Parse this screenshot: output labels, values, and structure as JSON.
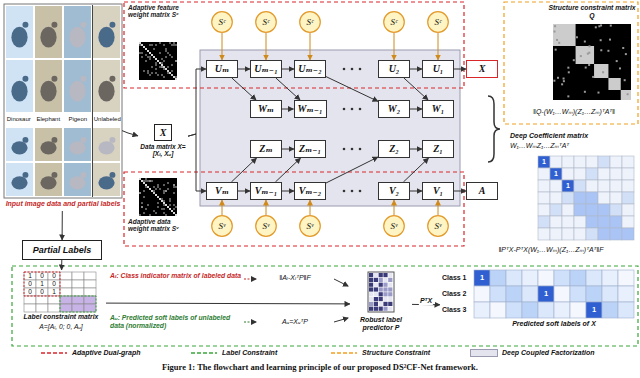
{
  "diagram": {
    "caption": "Figure 1: The flowchart and learning principle of our proposed DS²CF-Net framework.",
    "nodes": [
      {
        "text": [
          "Dinosaur",
          "Elephant",
          "Pigeon",
          "Unlabeled",
          "Input image data and partial labels"
        ]
      },
      {
        "text": [
          "Adaptive feature weight matrix Sᶜ"
        ]
      },
      {
        "text": [
          "Adaptive data weight matrix Sᵛ"
        ]
      },
      {
        "text": [
          "X",
          "Data matrix X=[Xₗ, Xᵤ]"
        ]
      },
      {
        "text": [
          "Sᶜ"
        ]
      },
      {
        "text": [
          "Sᶜ"
        ]
      },
      {
        "text": [
          "Sᶜ"
        ]
      },
      {
        "text": [
          "Sᶜ"
        ]
      },
      {
        "text": [
          "Sᶜ"
        ]
      },
      {
        "text": [
          "Uₘ"
        ]
      },
      {
        "text": [
          "Uₘ₋₁"
        ]
      },
      {
        "text": [
          "Uₘ₋₂"
        ]
      },
      {
        "text": [
          "U₂"
        ]
      },
      {
        "text": [
          "U₁"
        ]
      },
      {
        "text": [
          "X"
        ]
      },
      {
        "text": [
          "Wₘ"
        ]
      },
      {
        "text": [
          "Wₘ₋₁"
        ]
      },
      {
        "text": [
          "W₂"
        ]
      },
      {
        "text": [
          "W₁"
        ]
      },
      {
        "text": [
          "Zₘ"
        ]
      },
      {
        "text": [
          "Zₘ₋₁"
        ]
      },
      {
        "text": [
          "Z₂"
        ]
      },
      {
        "text": [
          "Z₁"
        ]
      },
      {
        "text": [
          "Vₘ"
        ]
      },
      {
        "text": [
          "Vₘ₋₁"
        ]
      },
      {
        "text": [
          "Vₘ₋₂"
        ]
      },
      {
        "text": [
          "V₂"
        ]
      },
      {
        "text": [
          "V₁"
        ]
      },
      {
        "text": [
          "A"
        ]
      },
      {
        "text": [
          "Sᵛ"
        ]
      },
      {
        "text": [
          "Sᵛ"
        ]
      },
      {
        "text": [
          "Sᵛ"
        ]
      },
      {
        "text": [
          "Sᵛ"
        ]
      },
      {
        "text": [
          "Sᵛ"
        ]
      },
      {
        "text": [
          "Structure constraint matrix Q"
        ]
      },
      {
        "text": [
          "Deep Coefficient matrix",
          "W₁…WₘZ₁…ZₘᵀAᵀ"
        ]
      },
      {
        "text": [
          "Partial Labels"
        ]
      },
      {
        "text": [
          "Label constraint matrix",
          "A=[Aₗ, 0; 0, Aᵤ]"
        ]
      },
      {
        "text": [
          "Robust label predictor P"
        ]
      },
      {
        "text": [
          "Class 1",
          "Class 2",
          "Class 3",
          "Predicted soft labels of X"
        ]
      }
    ],
    "edges": [
      {
        "from": 0,
        "to": 3,
        "arrow": "to"
      },
      {
        "from": 0,
        "to": 36,
        "arrow": "to"
      },
      {
        "from": 36,
        "to": 37,
        "arrow": "to"
      },
      {
        "from": 3,
        "to": 9,
        "arrow": "to"
      },
      {
        "from": 3,
        "to": 23,
        "arrow": "to"
      },
      {
        "from": 4,
        "to": 9,
        "arrow": "to"
      },
      {
        "from": 5,
        "to": 10,
        "arrow": "to"
      },
      {
        "from": 6,
        "to": 11,
        "arrow": "to"
      },
      {
        "from": 7,
        "to": 12,
        "arrow": "to"
      },
      {
        "from": 8,
        "to": 13,
        "arrow": "to"
      },
      {
        "from": 9,
        "to": 10,
        "arrow": "to"
      },
      {
        "from": 10,
        "to": 11,
        "arrow": "to"
      },
      {
        "from": 12,
        "to": 13,
        "arrow": "to"
      },
      {
        "from": 13,
        "to": 14,
        "arrow": "to"
      },
      {
        "from": 9,
        "to": 15,
        "arrow": "to"
      },
      {
        "from": 10,
        "to": 16,
        "arrow": "to"
      },
      {
        "from": 12,
        "to": 18,
        "arrow": "to"
      },
      {
        "from": 15,
        "to": 16,
        "arrow": "to"
      },
      {
        "from": 17,
        "to": 18,
        "arrow": "to"
      },
      {
        "from": 23,
        "to": 19,
        "arrow": "to"
      },
      {
        "from": 24,
        "to": 20,
        "arrow": "to"
      },
      {
        "from": 26,
        "to": 22,
        "arrow": "to"
      },
      {
        "from": 19,
        "to": 20,
        "arrow": "to"
      },
      {
        "from": 21,
        "to": 22,
        "arrow": "to"
      },
      {
        "from": 23,
        "to": 24,
        "arrow": "to"
      },
      {
        "from": 24,
        "to": 25,
        "arrow": "to"
      },
      {
        "from": 26,
        "to": 27,
        "arrow": "to"
      },
      {
        "from": 27,
        "to": 28,
        "arrow": "to"
      },
      {
        "from": 29,
        "to": 23,
        "arrow": "to"
      },
      {
        "from": 30,
        "to": 24,
        "arrow": "to"
      },
      {
        "from": 31,
        "to": 25,
        "arrow": "to"
      },
      {
        "from": 32,
        "to": 26,
        "arrow": "to"
      },
      {
        "from": 33,
        "to": 27,
        "arrow": "to"
      },
      {
        "from": 38,
        "to": 39,
        "label": "PᵀX",
        "arrow": "to"
      },
      {
        "from": 37,
        "to": 38,
        "arrow": "to"
      },
      {
        "from": 11,
        "to": 17,
        "arrow": "to"
      },
      {
        "from": 25,
        "to": 21,
        "arrow": "to"
      }
    ],
    "labels": [
      "‖Q-(W₁…Wₘ)(Z₁…Zₘ)ᵀAᵀ‖",
      "‖PᵀX-PᵀX(W₁…Wₘ)(Z₁…Zₘ)ᵀAᵀ‖F",
      "Aₗ: Class indicator matrix of labeled data",
      "‖Aₗ-XₗᵀP‖F",
      "Aᵤ: Predicted soft labels of unlabeled data (normalized)",
      "Aᵤ=XᵤᵀP",
      "1",
      "0",
      "0",
      "0",
      "1",
      "0",
      "0",
      "0",
      "1",
      "1",
      "1",
      "1",
      "1",
      "1",
      "1"
    ],
    "legend": [
      {
        "text": "Adaptive Dual-graph"
      },
      {
        "text": "Label Constraint"
      },
      {
        "text": "Structure Constraint"
      },
      {
        "text": "Deep Coupled Factorization",
        "color": "#e4e4ee"
      }
    ]
  }
}
